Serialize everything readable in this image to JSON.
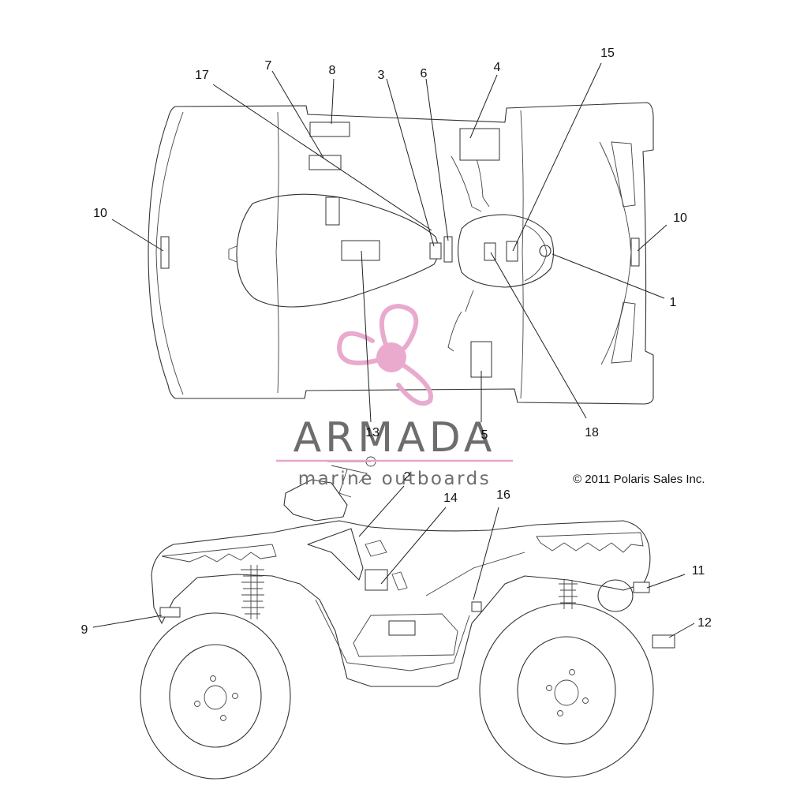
{
  "callouts": [
    {
      "id": "c1",
      "label": "1"
    },
    {
      "id": "c2",
      "label": "2"
    },
    {
      "id": "c3",
      "label": "3"
    },
    {
      "id": "c4",
      "label": "4"
    },
    {
      "id": "c5",
      "label": "5"
    },
    {
      "id": "c6",
      "label": "6"
    },
    {
      "id": "c7",
      "label": "7"
    },
    {
      "id": "c8",
      "label": "8"
    },
    {
      "id": "c9",
      "label": "9"
    },
    {
      "id": "c10a",
      "label": "10"
    },
    {
      "id": "c10b",
      "label": "10"
    },
    {
      "id": "c11",
      "label": "11"
    },
    {
      "id": "c12",
      "label": "12"
    },
    {
      "id": "c13",
      "label": "13"
    },
    {
      "id": "c14",
      "label": "14"
    },
    {
      "id": "c15",
      "label": "15"
    },
    {
      "id": "c16",
      "label": "16"
    },
    {
      "id": "c17",
      "label": "17"
    },
    {
      "id": "c18",
      "label": "18"
    }
  ],
  "copyright": "© 2011 Polaris Sales Inc.",
  "watermark": {
    "name": "ARMADA",
    "tagline": "marine outboards",
    "colors": {
      "pink": "#e8a6cc",
      "gray": "#6d6d6d"
    }
  }
}
